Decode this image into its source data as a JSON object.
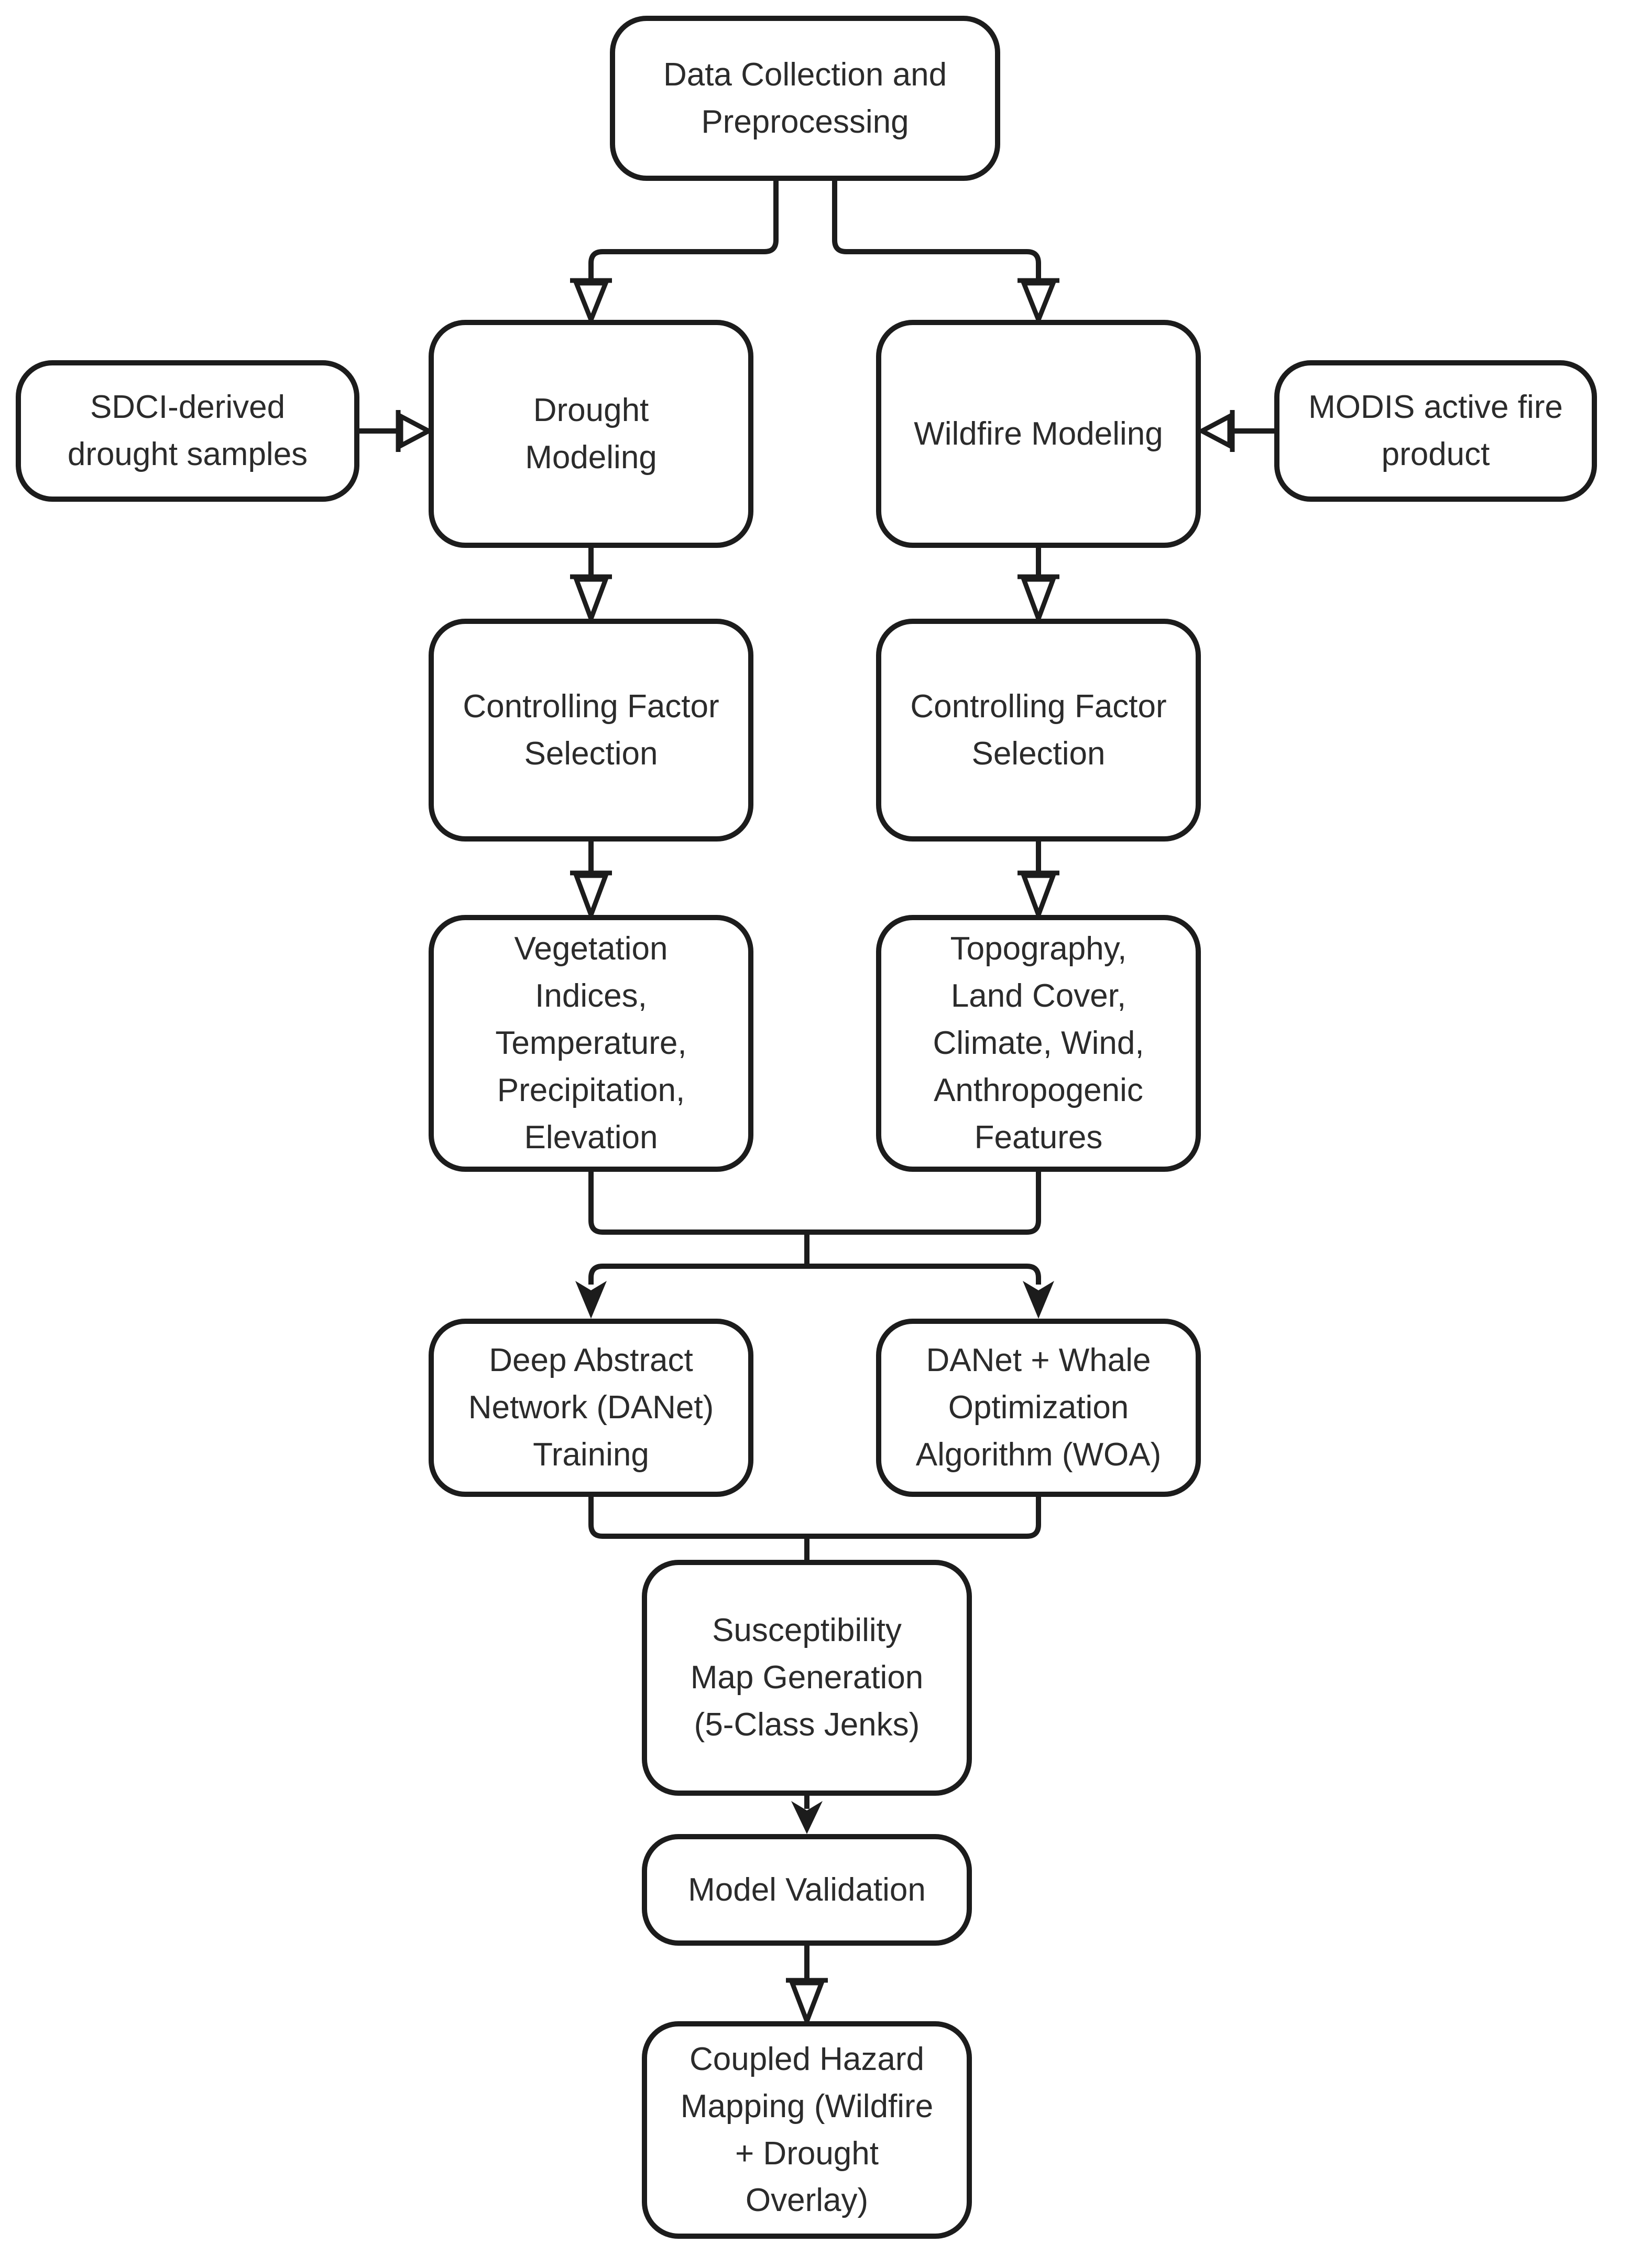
{
  "diagram": {
    "type": "flowchart",
    "background": "#ffffff",
    "colors": {
      "stroke": "#1c1c1c",
      "box_fill": "#ffffff",
      "text": "#2b2b2b"
    },
    "nodes": {
      "data_collection": {
        "label": "Data Collection and\nPreprocessing"
      },
      "drought_modeling": {
        "label": "Drought\nModeling"
      },
      "wildfire_modeling": {
        "label": "Wildfire Modeling"
      },
      "sdci_samples": {
        "label": "SDCI-derived\ndrought samples"
      },
      "modis_fire": {
        "label": "MODIS active fire\nproduct"
      },
      "cfs_drought": {
        "label": "Controlling Factor\nSelection"
      },
      "cfs_wildfire": {
        "label": "Controlling Factor\nSelection"
      },
      "drought_factors": {
        "label": "Vegetation\nIndices,\nTemperature,\nPrecipitation,\nElevation"
      },
      "wildfire_factors": {
        "label": "Topography,\nLand Cover,\nClimate, Wind,\nAnthropogenic\nFeatures"
      },
      "danet_training": {
        "label": "Deep Abstract\nNetwork (DANet)\nTraining"
      },
      "danet_woa": {
        "label": "DANet + Whale\nOptimization\nAlgorithm (WOA)"
      },
      "susceptibility": {
        "label": "Susceptibility\nMap Generation\n(5-Class Jenks)"
      },
      "model_validation": {
        "label": "Model Validation"
      },
      "coupled_hazard": {
        "label": "Coupled Hazard\nMapping (Wildfire\n+ Drought\nOverlay)"
      }
    },
    "edges": [
      {
        "from": "data_collection",
        "to": "drought_modeling",
        "arrowhead": "open"
      },
      {
        "from": "data_collection",
        "to": "wildfire_modeling",
        "arrowhead": "open"
      },
      {
        "from": "sdci_samples",
        "to": "drought_modeling",
        "arrowhead": "open"
      },
      {
        "from": "modis_fire",
        "to": "wildfire_modeling",
        "arrowhead": "open"
      },
      {
        "from": "drought_modeling",
        "to": "cfs_drought",
        "arrowhead": "open"
      },
      {
        "from": "wildfire_modeling",
        "to": "cfs_wildfire",
        "arrowhead": "open"
      },
      {
        "from": "cfs_drought",
        "to": "drought_factors",
        "arrowhead": "open"
      },
      {
        "from": "cfs_wildfire",
        "to": "wildfire_factors",
        "arrowhead": "open"
      },
      {
        "from": "drought_factors",
        "to": "danet_training",
        "arrowhead": "filled"
      },
      {
        "from": "wildfire_factors",
        "to": "danet_training",
        "arrowhead": "filled"
      },
      {
        "from": "drought_factors",
        "to": "danet_woa",
        "arrowhead": "filled"
      },
      {
        "from": "wildfire_factors",
        "to": "danet_woa",
        "arrowhead": "filled"
      },
      {
        "from": "danet_training",
        "to": "susceptibility",
        "arrowhead": "none"
      },
      {
        "from": "danet_woa",
        "to": "susceptibility",
        "arrowhead": "none"
      },
      {
        "from": "susceptibility",
        "to": "model_validation",
        "arrowhead": "filled"
      },
      {
        "from": "model_validation",
        "to": "coupled_hazard",
        "arrowhead": "open"
      }
    ]
  }
}
